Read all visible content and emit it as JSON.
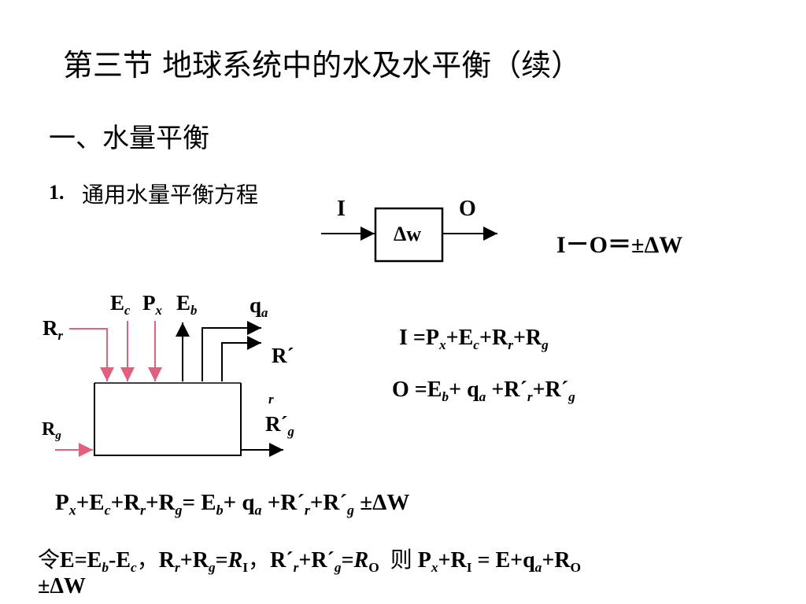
{
  "slide": {
    "title": "第三节  地球系统中的水及水平衡（续）",
    "heading": "一、水量平衡",
    "subheading_num": "1.",
    "subheading_text": "通用水量平衡方程",
    "flow": {
      "input": "I",
      "output": "O",
      "box": "Δw",
      "equation": "I－O＝±ΔW"
    },
    "diagram_labels": {
      "Ec": "E",
      "Ec_sub": "c",
      "Px": "P",
      "Px_sub": "x",
      "Eb": "E",
      "Eb_sub": "b",
      "qa": "q",
      "qa_sub": "a",
      "Rr": "R",
      "Rr_sub": "r",
      "Rrp": "R´",
      "Rrp_sub": "r",
      "Rgp": "R´",
      "Rgp_sub": "g",
      "Rg": "R",
      "Rg_sub": "g"
    },
    "eq_I": "I =Px+Ec+Rr+Rg",
    "eq_O": "O =Eb+ qa +R´r+R´g",
    "eq_full": "Px+Ec+Rr+Rg= Eb+ qa +R´r+R´g ±ΔW",
    "eq_let_line1": "令E=Eb-Ec，Rr+Rg=RI，R´r+R´g=RO  则 Px+RI = E+qa+RO",
    "eq_let_line2": "±ΔW"
  },
  "colors": {
    "inflow_arrow": "#e0607e",
    "outflow_arrow": "#000000"
  }
}
